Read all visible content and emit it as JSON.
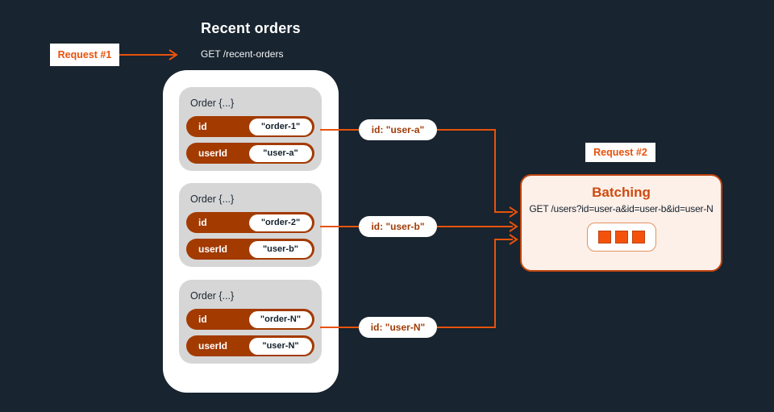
{
  "colors": {
    "background": "#18242f",
    "accent_orange": "#e8510c",
    "rust_pill": "#a33a00",
    "card_gray": "#d6d6d6",
    "batching_fill": "#fdf0e9",
    "batching_border": "#bf430e",
    "dark_text": "#15212d"
  },
  "flow": {
    "request1_label": "Request #1",
    "request2_label": "Request #2"
  },
  "recent_orders": {
    "title": "Recent orders",
    "endpoint": "GET /recent-orders",
    "orders": [
      {
        "label": "Order {...}",
        "fields": [
          {
            "key": "id",
            "value": "\"order-1\""
          },
          {
            "key": "userId",
            "value": "\"user-a\""
          }
        ]
      },
      {
        "label": "Order {...}",
        "fields": [
          {
            "key": "id",
            "value": "\"order-2\""
          },
          {
            "key": "userId",
            "value": "\"user-b\""
          }
        ]
      },
      {
        "label": "Order {...}",
        "fields": [
          {
            "key": "id",
            "value": "\"order-N\""
          },
          {
            "key": "userId",
            "value": "\"user-N\""
          }
        ]
      }
    ]
  },
  "extracted_ids": [
    "id: \"user-a\"",
    "id: \"user-b\"",
    "id: \"user-N\""
  ],
  "batching": {
    "title": "Batching",
    "request_line": "GET /users?id=user-a&id=user-b&id=user-N"
  }
}
